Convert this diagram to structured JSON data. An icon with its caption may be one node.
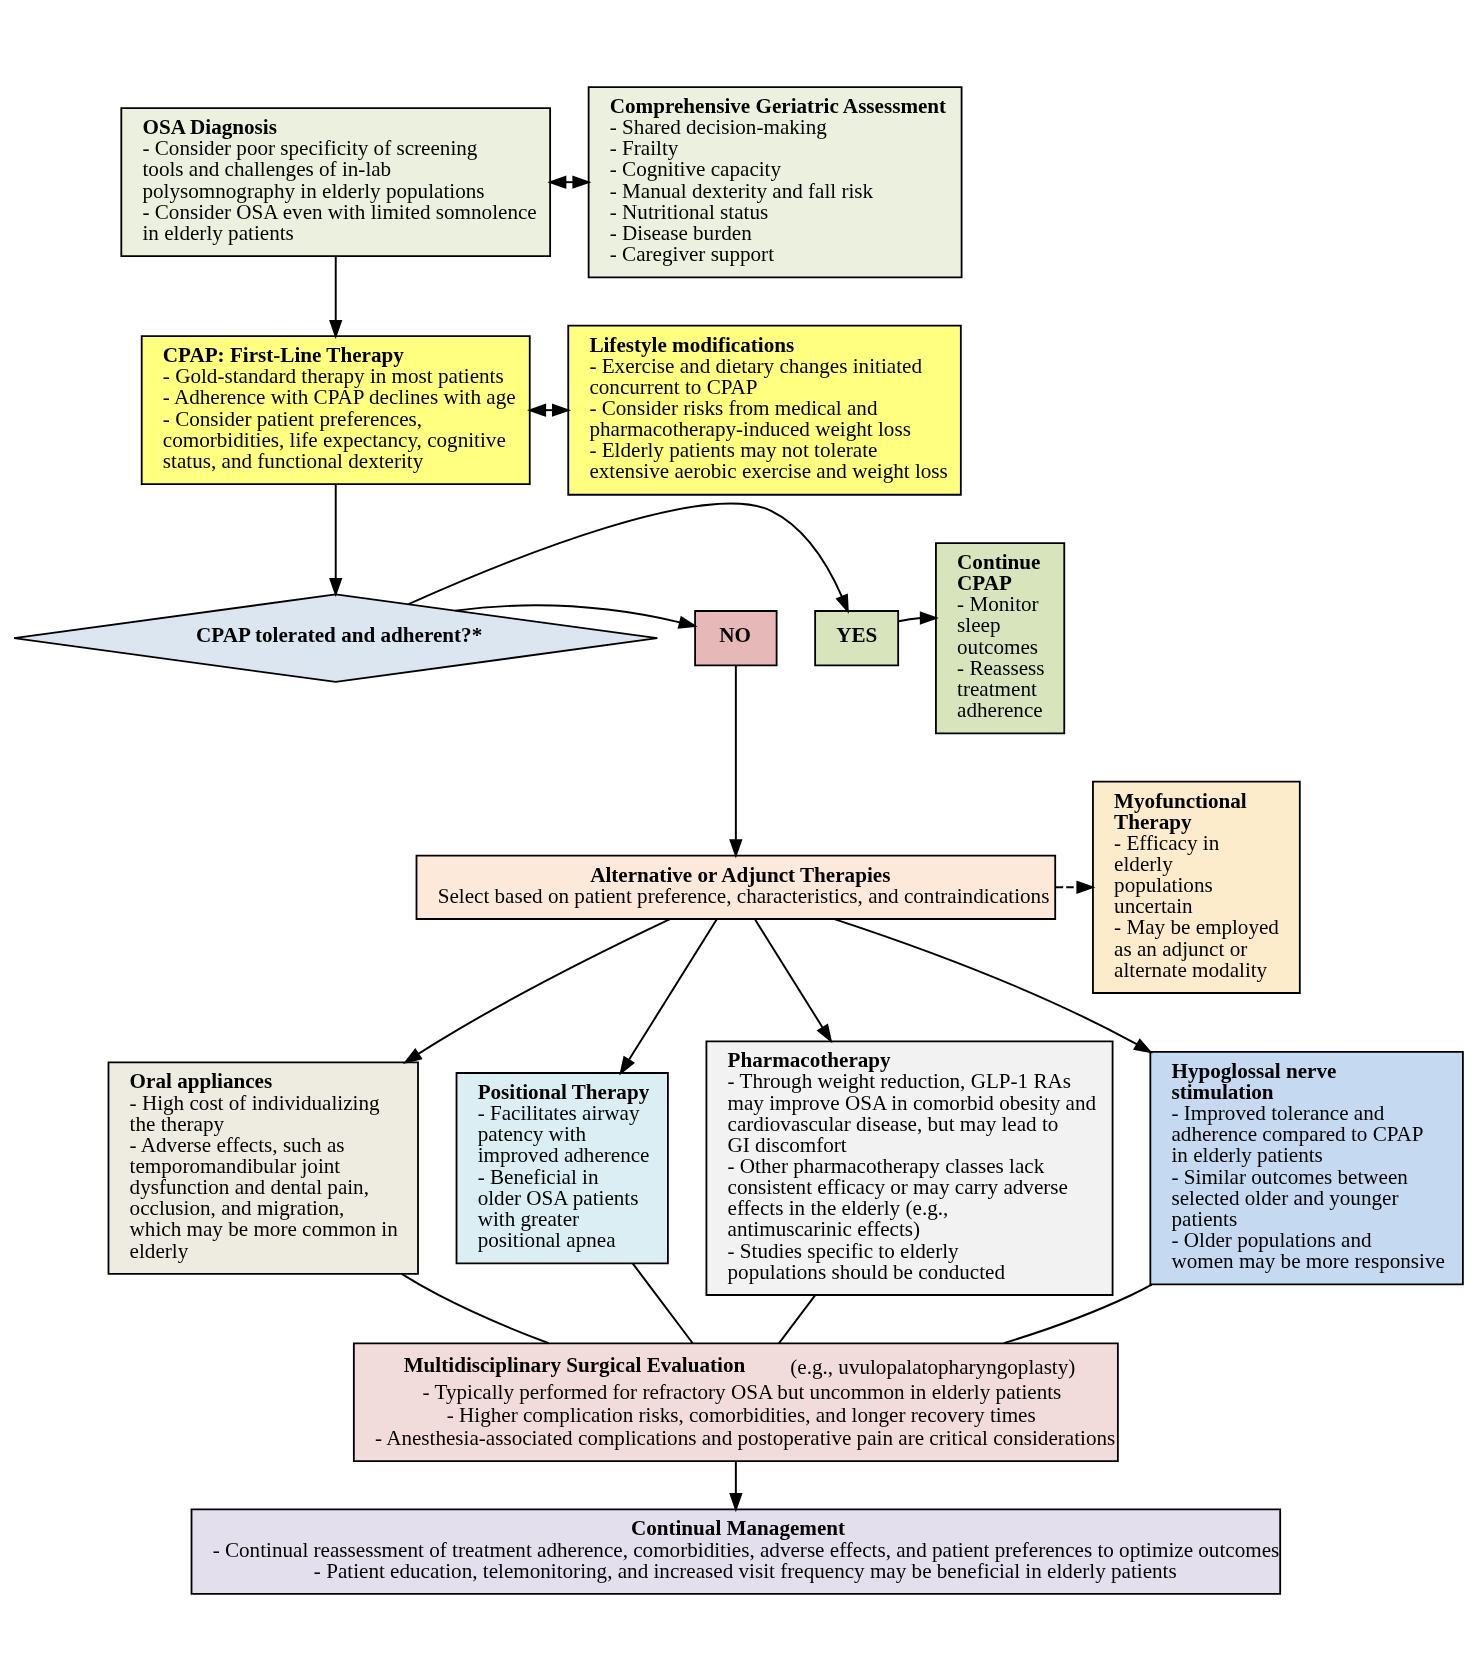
{
  "diagram": {
    "nodes": [
      {
        "text": [
          "OSA Diagnosis",
          "- Consider poor specificity of screening tools and challenges of in-lab polysomnography in elderly populations",
          "- Consider OSA even with limited somnolence in elderly patients"
        ]
      },
      {
        "text": [
          "Comprehensive Geriatric Assessment",
          "- Shared decision-making",
          "- Frailty",
          "- Cognitive capacity",
          "- Manual dexterity and fall risk",
          "- Nutritional status",
          "- Disease burden",
          "- Caregiver support"
        ]
      },
      {
        "text": [
          "CPAP: First-Line Therapy",
          "- Gold-standard therapy in most patients",
          "- Adherence with CPAP declines with age",
          "- Consider patient preferences, comorbidities, life expectancy, cognitive status, and functional dexterity"
        ]
      },
      {
        "text": [
          "Lifestyle modifications",
          "- Exercise and dietary changes initiated concurrent to CPAP",
          "- Consider risks from medical and pharmacotherapy-induced weight loss",
          "- Elderly patients may not tolerate extensive aerobic exercise and weight loss"
        ]
      },
      {
        "text": [
          "Continue CPAP",
          "- Monitor sleep outcomes",
          "- Reassess treatment adherence"
        ]
      },
      {
        "text": [
          "YES"
        ]
      },
      {
        "text": [
          "CPAP tolerated and adherent?*"
        ]
      },
      {
        "text": [
          "NO"
        ]
      },
      {
        "text": [
          "Myofunctional Therapy",
          "- Efficacy in elderly populations uncertain",
          "- May be employed as an adjunct or alternate modality"
        ]
      },
      {
        "text": [
          "Alternative or Adjunct Therapies",
          "Select based on patient preference, characteristics, and contraindications"
        ]
      },
      {
        "text": [
          "Oral appliances",
          "- High cost of individualizing the therapy",
          "- Adverse effects, such as temporomandibular joint dysfunction and dental pain, occlusion, and migration, which may be more common in elderly"
        ]
      },
      {
        "text": [
          "Positional Therapy",
          "- Facilitates airway patency with improved adherence",
          "- Beneficial in older OSA patients with greater positional apnea"
        ]
      },
      {
        "text": [
          "Pharmacotherapy",
          "- Through weight reduction, GLP-1 RAs may improve OSA in comorbid obesity and cardiovascular disease, but may lead to GI discomfort",
          "- Other pharmacotherapy classes lack consistent efficacy or may carry adverse effects in the elderly (e.g., antimuscarinic effects)",
          "- Studies specific to elderly populations should be conducted"
        ]
      },
      {
        "text": [
          "Hypoglossal nerve stimulation",
          "- Improved tolerance and adherence compared to CPAP in elderly patients",
          "- Similar outcomes between selected older and younger patients",
          "- Older populations and women may be more responsive"
        ]
      },
      {
        "text": [
          "**Multidisciplinary Surgical Evaluation** (e.g., uvulopalatopharyngoplasty)",
          "- Typically performed for refractory OSA but uncommon in elderly patients",
          "- Higher complication risks, comorbidities, and longer recovery times",
          "- Anesthesia-associated complications and postoperative pain are critical considerations"
        ]
      },
      {
        "text": [
          "Continual Management",
          "- Continual reassessment of treatment adherence, comorbidities, adverse effects, and patient preferences to optimize outcomes",
          "- Patient education, telemonitoring, and increased visit frequency may be beneficial in elderly patients"
        ]
      }
    ],
    "edges": [
      {
        "from": 0,
        "to": 1,
        "arrow": "both"
      },
      {
        "from": 0,
        "to": 2,
        "arrow": "to"
      },
      {
        "from": 2,
        "to": 3,
        "arrow": "both"
      },
      {
        "from": 2,
        "to": 6,
        "arrow": "to"
      },
      {
        "from": 6,
        "to": 5,
        "arrow": "to"
      },
      {
        "from": 5,
        "to": 4,
        "arrow": "to"
      },
      {
        "from": 6,
        "to": 7,
        "arrow": "to"
      },
      {
        "from": 7,
        "to": 9,
        "arrow": "to"
      },
      {
        "from": 9,
        "to": 8,
        "arrow": "to",
        "style": "dashed"
      },
      {
        "from": 9,
        "to": 10,
        "arrow": "to"
      },
      {
        "from": 9,
        "to": 11,
        "arrow": "to"
      },
      {
        "from": 9,
        "to": 12,
        "arrow": "to"
      },
      {
        "from": 9,
        "to": 13,
        "arrow": "to"
      },
      {
        "from": 10,
        "to": 14,
        "arrow": "none"
      },
      {
        "from": 11,
        "to": 14,
        "arrow": "none"
      },
      {
        "from": 12,
        "to": 14,
        "arrow": "none"
      },
      {
        "from": 13,
        "to": 14,
        "arrow": "none"
      },
      {
        "from": 14,
        "to": 15,
        "arrow": "to"
      }
    ]
  }
}
